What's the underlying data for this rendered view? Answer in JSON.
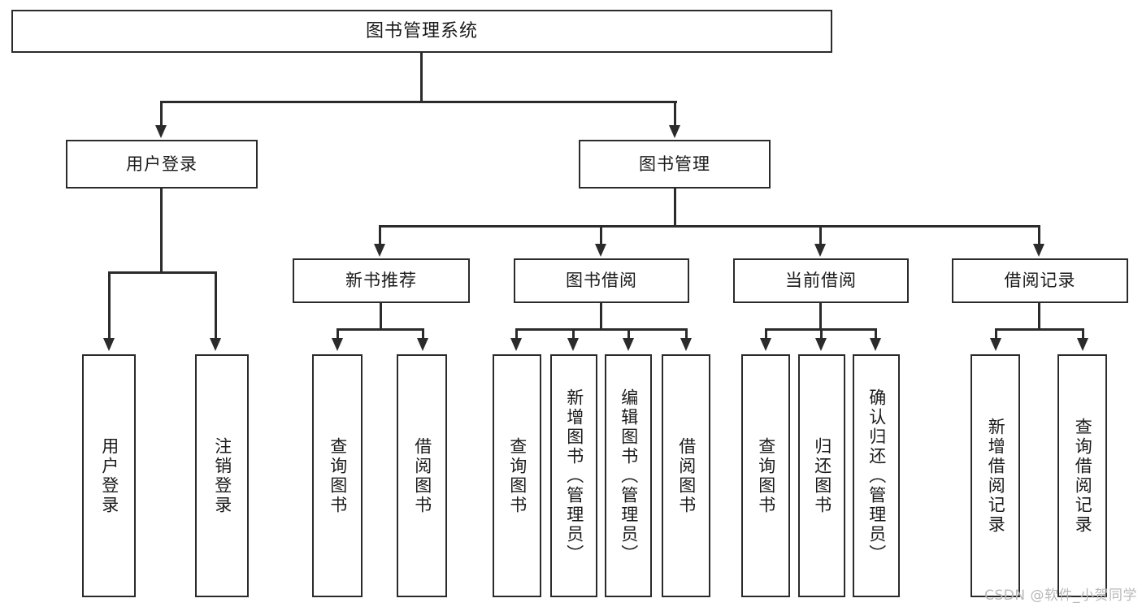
{
  "diagram": {
    "title": "图书管理系统",
    "type": "hierarchy-tree",
    "root": {
      "label": "图书管理系统"
    },
    "level2": [
      {
        "label": "用户登录"
      },
      {
        "label": "图书管理"
      }
    ],
    "level3": [
      {
        "label": "新书推荐"
      },
      {
        "label": "图书借阅"
      },
      {
        "label": "当前借阅"
      },
      {
        "label": "借阅记录"
      }
    ],
    "leaves": {
      "user_login": [
        {
          "label": "用户登录"
        },
        {
          "label": "注销登录"
        }
      ],
      "new_book_recommend": [
        {
          "label": "查询图书"
        },
        {
          "label": "借阅图书"
        }
      ],
      "book_borrow": [
        {
          "label": "查询图书"
        },
        {
          "label": "新增图书（管理员）"
        },
        {
          "label": "编辑图书（管理员）"
        },
        {
          "label": "借阅图书"
        }
      ],
      "current_borrow": [
        {
          "label": "查询图书"
        },
        {
          "label": "归还图书"
        },
        {
          "label": "确认归还（管理员）"
        }
      ],
      "borrow_record": [
        {
          "label": "新增借阅记录"
        },
        {
          "label": "查询借阅记录"
        }
      ]
    }
  },
  "watermark": {
    "text": "CSDN @软件_小贺同学"
  },
  "colors": {
    "border": "#2b2b2b",
    "text": "#1a1a1a",
    "background": "#ffffff",
    "watermark": "#b9b9b9"
  }
}
